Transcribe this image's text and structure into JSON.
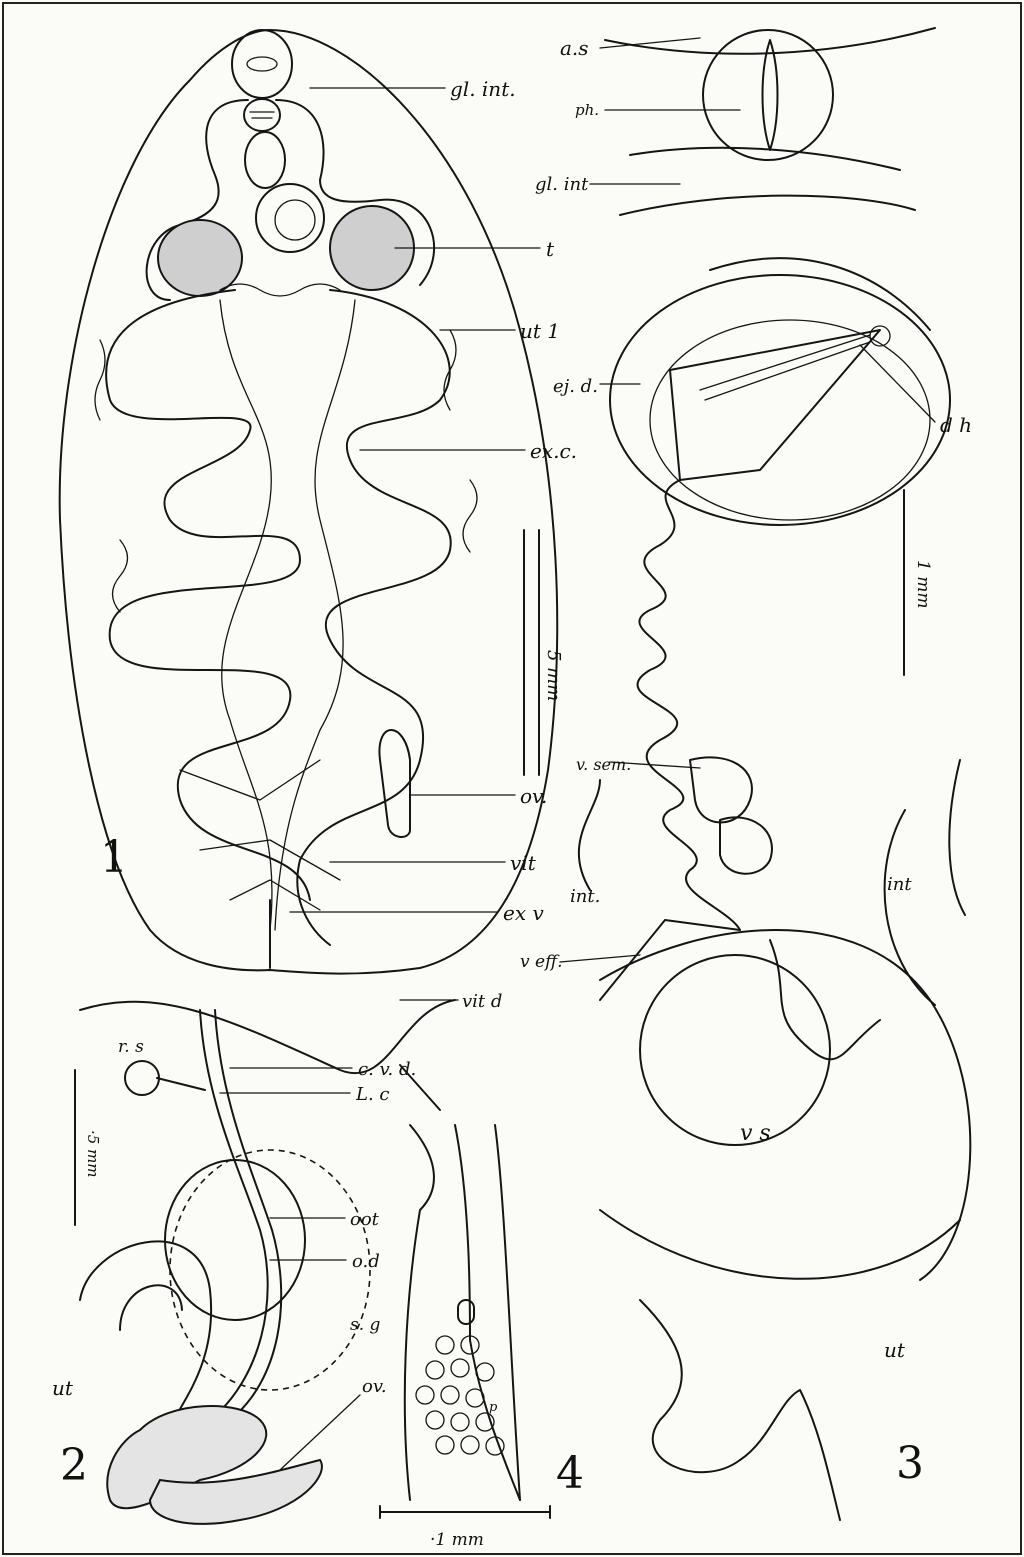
{
  "figure_numbers": {
    "fig1": "1",
    "fig2": "2",
    "fig3": "3",
    "fig4": "4"
  },
  "fig1_labels": {
    "gl_int": "gl. int.",
    "t": "t",
    "ut1": "ut 1",
    "ex_c": "ex.c.",
    "ov": "ov.",
    "vit": "vit",
    "ex_v": "ex v",
    "scale": "5 mm"
  },
  "fig3_labels": {
    "a_s": "a.s",
    "ph": "ph.",
    "gl_int": "gl. int",
    "ej_d": "ej. d.",
    "d_h": "d h",
    "scale": "1 mm",
    "v_sem": "v. sem.",
    "int_left": "int.",
    "int_right": "int",
    "v_eff": "v eff.",
    "v_s": "v s",
    "ut": "ut"
  },
  "fig2_labels": {
    "vit_d": "vit d",
    "r_s": "r. s",
    "c_v_d": "c. v. d.",
    "l_c": "L. c",
    "oot": "oot",
    "o_d": "o.d",
    "s_g": "s. g",
    "ov": "ov.",
    "ut": "ut",
    "scale": "·5 mm"
  },
  "fig4_labels": {
    "p": "p",
    "scale": "·1 mm"
  }
}
